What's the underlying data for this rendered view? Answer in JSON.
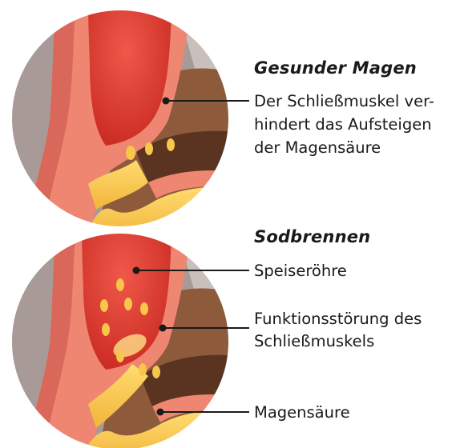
{
  "panels": [
    {
      "heading": "Gesunder Magen",
      "label_lines": [
        "Der Schließmuskel ver-",
        "hindert das Aufsteigen",
        "der Magensäure"
      ]
    },
    {
      "heading": "Sodbrennen",
      "labels": {
        "esophagus": "Speiseröhre",
        "sphincter_line1": "Funktionsstörung des",
        "sphincter_line2": "Schließmuskels",
        "acid": "Magensäure"
      }
    }
  ],
  "colors": {
    "background_tissue": "#a89a96",
    "esophagus_red": "#d9352b",
    "tissue_pink": "#ee8672",
    "stomach_wall_brown": "#8d5a3c",
    "stomach_dark": "#5a3420",
    "acid_yellow": "#f7c64a",
    "acid_light": "#ffe08a",
    "leader_line": "#1a1a1a"
  }
}
